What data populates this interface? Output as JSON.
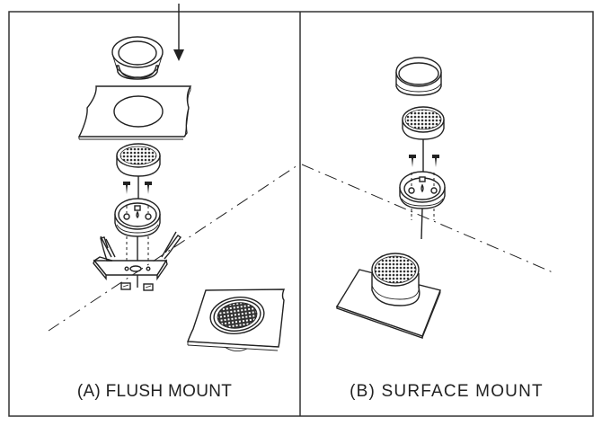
{
  "diagram": {
    "panels": [
      {
        "id": "A",
        "caption": "(A) FLUSH MOUNT",
        "components": [
          "trim-ring",
          "mounting-surface-with-cutout",
          "speaker-grille",
          "mounting-screws",
          "speaker-housing",
          "mounting-bracket",
          "bracket-clips",
          "assembled-flush-mount"
        ]
      },
      {
        "id": "B",
        "caption": "(B) SURFACE MOUNT",
        "components": [
          "trim-ring",
          "speaker-grille",
          "mounting-screws",
          "speaker-housing",
          "assembled-surface-mount"
        ]
      }
    ],
    "colors": {
      "line": "#222222",
      "frame": "#333333",
      "background": "#ffffff"
    }
  }
}
